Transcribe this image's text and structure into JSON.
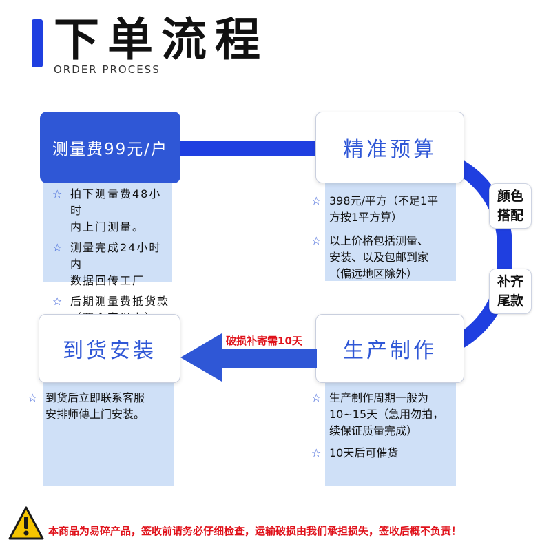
{
  "header": {
    "title": "下单流程",
    "subtitle": "ORDER PROCESS"
  },
  "steps": {
    "measure": {
      "label": "测量费99元/户",
      "notes": [
        "拍下测量费48小时\n内上门测量。",
        "测量完成24小时内\n数据回传工厂",
        "后期测量费抵货款\n（两个窗以上）"
      ]
    },
    "budget": {
      "label": "精准预算",
      "notes": [
        "398元/平方（不足1平\n方按1平方算）",
        "以上价格包括测量、\n安装、以及包邮到家\n（偏远地区除外）"
      ]
    },
    "production": {
      "label": "生产制作",
      "notes": [
        "生产制作周期一般为\n10~15天（急用勿拍，\n续保证质量完成）",
        "10天后可催货"
      ]
    },
    "install": {
      "label": "到货安装",
      "notes": [
        "到货后立即联系客服\n安排师傅上门安装。"
      ]
    }
  },
  "ring_labels": [
    "颜色\n搭配",
    "补齐\n尾款"
  ],
  "return_note": "破损补寄需10天",
  "footer": {
    "notice": "本商品为易碎产品，签收前请务必仔细检查，运输破损由我们承担损失，签收后概不负责！"
  },
  "colors": {
    "accent": "#2f57d6",
    "flow_line": "#1f3fe0",
    "panel": "#cfe0f7",
    "warning": "#e0121b",
    "warning_icon": "#f5c400"
  },
  "icons": {
    "bullet": "star-outline-icon",
    "footer": "warning-triangle-icon"
  }
}
